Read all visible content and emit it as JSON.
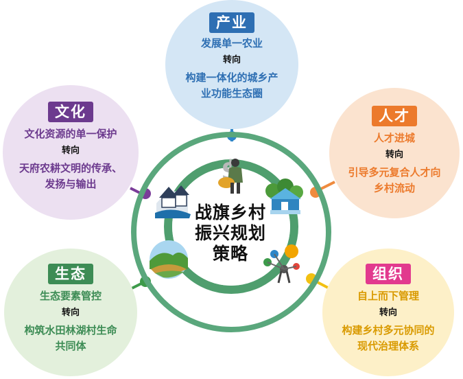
{
  "center": {
    "title_lines": [
      "战旗乡村",
      "振兴规划",
      "策略"
    ]
  },
  "nodes": {
    "industry": {
      "tag": "产业",
      "from": "发展单一农业",
      "turn": "转向",
      "to_lines": [
        "构建一体化的城乡产",
        "业功能生态圈"
      ],
      "colors": {
        "fill": "#d4e6f5",
        "tag": "#2e6fb3",
        "text": "#2e6fb3",
        "connector": "#2e86c8"
      }
    },
    "talent": {
      "tag": "人才",
      "from": "人才进城",
      "turn": "转向",
      "to_lines": [
        "引导多元复合人才向",
        "乡村流动"
      ],
      "colors": {
        "fill": "#fbe3cf",
        "tag": "#ec7a2c",
        "text": "#ec7a2c",
        "connector": "#ef8b3e"
      }
    },
    "organization": {
      "tag": "组织",
      "from": "自上而下管理",
      "turn": "转向",
      "to_lines": [
        "构建乡村多元协同的",
        "现代治理体系"
      ],
      "colors": {
        "fill": "#fdf0c8",
        "tag": "#e23a8e",
        "text": "#d99a00",
        "connector": "#f2c012"
      }
    },
    "ecology": {
      "tag": "生态",
      "from": "生态要素管控",
      "turn": "转向",
      "to_lines": [
        "构筑水田林湖村生命",
        "共同体"
      ],
      "colors": {
        "fill": "#e3f0dc",
        "tag": "#3d8c55",
        "text": "#3d8c55",
        "connector": "#3d9a4a"
      }
    },
    "culture": {
      "tag": "文化",
      "from": "文化资源的单一保护",
      "turn": "转向",
      "to_lines": [
        "天府农耕文明的传承、",
        "发扬与输出"
      ],
      "colors": {
        "fill": "#ece0f1",
        "tag": "#6c3a8e",
        "text": "#6c3a8e",
        "connector": "#7a3c99"
      }
    }
  },
  "icons": {
    "industry": "farmer-money-icon",
    "talent": "village-houses-icon",
    "organization": "people-network-icon",
    "ecology": "farmland-landscape-icon",
    "culture": "traditional-buildings-icon"
  },
  "ring_colors": {
    "outer": "#5aa77c",
    "inner": "#4f9e6e"
  }
}
